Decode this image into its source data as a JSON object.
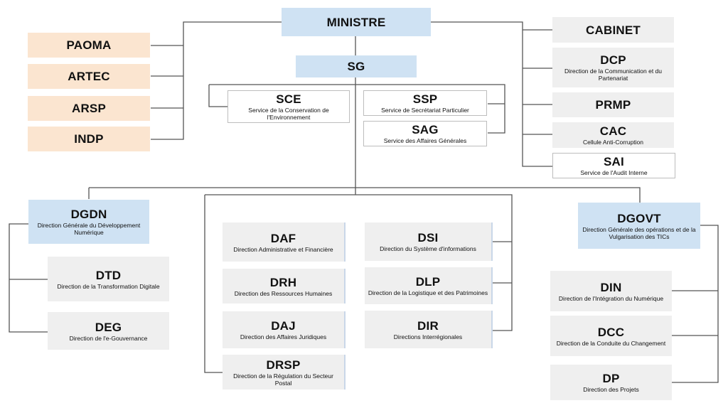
{
  "org_chart": {
    "ministre": {
      "abbr": "MINISTRE",
      "full": ""
    },
    "sg": {
      "abbr": "SG",
      "full": ""
    },
    "left_agencies": [
      {
        "abbr": "PAOMA"
      },
      {
        "abbr": "ARTEC"
      },
      {
        "abbr": "ARSP"
      },
      {
        "abbr": "INDP"
      }
    ],
    "right_services": [
      {
        "abbr": "CABINET",
        "full": ""
      },
      {
        "abbr": "DCP",
        "full": "Direction de la Communication  et du Partenariat"
      },
      {
        "abbr": "PRMP",
        "full": ""
      },
      {
        "abbr": "CAC",
        "full": "Cellule Anti-Corruption"
      },
      {
        "abbr": "SAI",
        "full": "Service de l'Audit Interne"
      }
    ],
    "sg_services": {
      "sce": {
        "abbr": "SCE",
        "full": "Service de la Conservation de l'Environnement"
      },
      "ssp": {
        "abbr": "SSP",
        "full": "Service de Secrétariat Particulier"
      },
      "sag": {
        "abbr": "SAG",
        "full": "Service des Affaires Générales"
      }
    },
    "dgdn": {
      "abbr": "DGDN",
      "full": "Direction Générale du Développement  Numérique",
      "children": [
        {
          "abbr": "DTD",
          "full": "Direction de la Transformation Digitale"
        },
        {
          "abbr": "DEG",
          "full": "Direction de l'e-Gouvernance"
        }
      ]
    },
    "central_directions": [
      {
        "abbr": "DAF",
        "full": "Direction Administrative  et Financière"
      },
      {
        "abbr": "DRH",
        "full": "Direction des Ressources  Humaines"
      },
      {
        "abbr": "DAJ",
        "full": "Direction des Affaires Juridiques"
      },
      {
        "abbr": "DRSP",
        "full": "Direction de la Régulation du Secteur Postal"
      },
      {
        "abbr": "DSI",
        "full": "Direction du Système  d'informations"
      },
      {
        "abbr": "DLP",
        "full": "Direction de la Logistique et des Patrimoines"
      },
      {
        "abbr": "DIR",
        "full": "Directions Interrégionales"
      }
    ],
    "dgovt": {
      "abbr": "DGOVT",
      "full": "Direction Générale des opérations  et de la Vulgarisation des TICs",
      "children": [
        {
          "abbr": "DIN",
          "full": "Direction de l'Intégration du Numérique"
        },
        {
          "abbr": "DCC",
          "full": "Direction de la Conduite du Changement"
        },
        {
          "abbr": "DP",
          "full": "Direction des Projets"
        }
      ]
    }
  }
}
